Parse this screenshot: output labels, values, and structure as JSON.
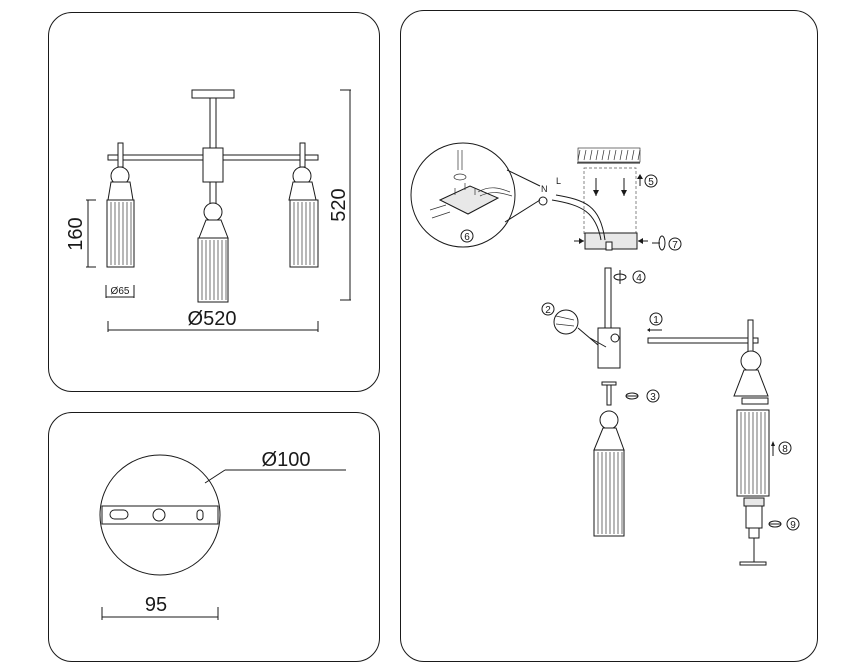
{
  "dimensions": {
    "height_label": "520",
    "shade_height_label": "160",
    "shade_diameter_label": "Ø65",
    "span_label": "Ø520"
  },
  "mounting_plate": {
    "diameter_label": "Ø100",
    "width_label": "95"
  },
  "assembly_steps": {
    "step1": "1",
    "step2": "2",
    "step3": "3",
    "step4": "4",
    "step5": "5",
    "step6": "6",
    "step7": "7",
    "step8": "8",
    "step9": "9"
  },
  "wiring": {
    "wire_n": "N",
    "wire_l": "L"
  }
}
